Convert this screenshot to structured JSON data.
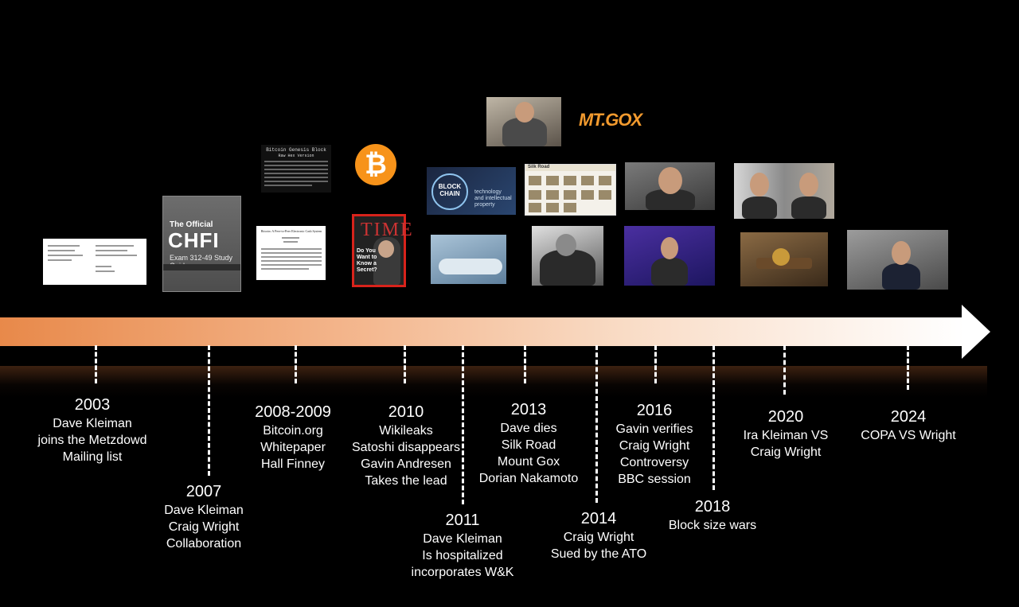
{
  "timeline": {
    "events": [
      {
        "year": "2003",
        "lines": [
          "Dave Kleiman",
          "joins the Metzdowd",
          "Mailing list"
        ]
      },
      {
        "year": "2007",
        "lines": [
          "Dave Kleiman",
          "Craig Wright",
          "Collaboration"
        ]
      },
      {
        "year": "2008-2009",
        "lines": [
          "Bitcoin.org",
          "Whitepaper",
          "Hall Finney"
        ]
      },
      {
        "year": "2010",
        "lines": [
          "Wikileaks",
          "Satoshi disappears",
          "Gavin Andresen",
          "Takes the lead"
        ]
      },
      {
        "year": "2011",
        "lines": [
          "Dave Kleiman",
          "Is hospitalized",
          "incorporates W&K"
        ]
      },
      {
        "year": "2013",
        "lines": [
          "Dave dies",
          "Silk Road",
          "Mount Gox",
          "Dorian Nakamoto"
        ]
      },
      {
        "year": "2014",
        "lines": [
          "Craig Wright",
          "Sued by the ATO"
        ]
      },
      {
        "year": "2016",
        "lines": [
          "Gavin verifies",
          "Craig Wright",
          "Controversy",
          "BBC session"
        ]
      },
      {
        "year": "2018",
        "lines": [
          "Block size wars"
        ]
      },
      {
        "year": "2020",
        "lines": [
          "Ira Kleiman VS",
          "Craig Wright"
        ]
      },
      {
        "year": "2024",
        "lines": [
          "COPA VS Wright"
        ]
      }
    ]
  },
  "images": {
    "chfi": {
      "line1": "The Official",
      "line2": "CHFI",
      "line3": "Exam 312-49 Study Guide"
    },
    "genesis": {
      "title": "Bitcoin Genesis Block",
      "subtitle": "Raw Hex Version"
    },
    "bitcoin_logo": {
      "symbol": "₿"
    },
    "time_cover": {
      "masthead": "TIME",
      "cover_lines": [
        "Do You",
        "Want to",
        "Know a",
        "Secret?"
      ]
    },
    "blockchain": {
      "ring_text_1": "BLOCK",
      "ring_text_2": "CHAIN",
      "subtitle_1": "technology",
      "subtitle_2": "and intellectual property"
    },
    "silk_road": {
      "title": "Silk Road"
    },
    "mtgox": {
      "logo": "MT.GOX"
    },
    "whitepaper": {
      "title": "Bitcoin: A Peer-to-Peer Electronic Cash System"
    }
  },
  "colors": {
    "background": "#000000",
    "arrow_start": "#e8894a",
    "arrow_end": "#ffffff",
    "bitcoin_orange": "#f7931a",
    "time_red": "#d8231b",
    "mtgox_orange": "#f29a2e"
  }
}
